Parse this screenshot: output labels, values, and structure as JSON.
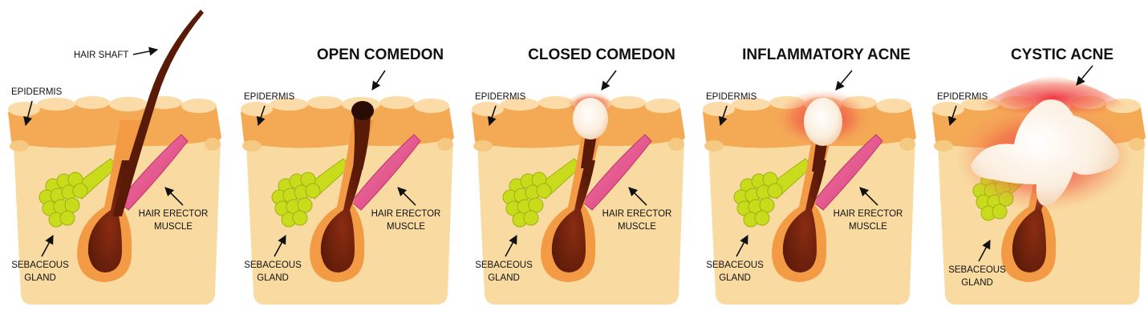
{
  "colors": {
    "skin_fill": "#f9dba2",
    "skin_surface": "#f6c983",
    "epidermis": "#f4a955",
    "epidermis_bumps": "#fbdca8",
    "follicle": "#f39a45",
    "hair": "#5a1a08",
    "hair_root": "#7a2410",
    "gland": "#c8dc1c",
    "gland_outline": "#9fb012",
    "muscle": "#e4528a",
    "blackhead": "#2a0c04",
    "whitehead": "#fbf1e2",
    "inflammation": "#ee3040",
    "label_text": "#111111"
  },
  "icons": [
    "arrow-icon"
  ],
  "panels": [
    {
      "id": "normal",
      "title": "",
      "labels": {
        "hair_shaft": "HAIR SHAFT",
        "epidermis": "EPIDERMIS",
        "muscle_1": "HAIR ERECTOR",
        "muscle_2": "MUSCLE",
        "gland_1": "SEBACEOUS",
        "gland_2": "GLAND"
      }
    },
    {
      "id": "open-comedon",
      "title": "OPEN COMEDON",
      "labels": {
        "epidermis": "EPIDERMIS",
        "muscle_1": "HAIR ERECTOR",
        "muscle_2": "MUSCLE",
        "gland_1": "SEBACEOUS",
        "gland_2": "GLAND"
      }
    },
    {
      "id": "closed-comedon",
      "title": "CLOSED COMEDON",
      "labels": {
        "epidermis": "EPIDERMIS",
        "muscle_1": "HAIR ERECTOR",
        "muscle_2": "MUSCLE",
        "gland_1": "SEBACEOUS",
        "gland_2": "GLAND"
      }
    },
    {
      "id": "inflammatory-acne",
      "title": "INFLAMMATORY ACNE",
      "labels": {
        "epidermis": "EPIDERMIS",
        "muscle_1": "HAIR ERECTOR",
        "muscle_2": "MUSCLE",
        "gland_1": "SEBACEOUS",
        "gland_2": "GLAND"
      }
    },
    {
      "id": "cystic-acne",
      "title": "CYSTIC ACNE",
      "labels": {
        "epidermis": "EPIDERMIS",
        "gland_1": "SEBACEOUS",
        "gland_2": "GLAND"
      }
    }
  ]
}
